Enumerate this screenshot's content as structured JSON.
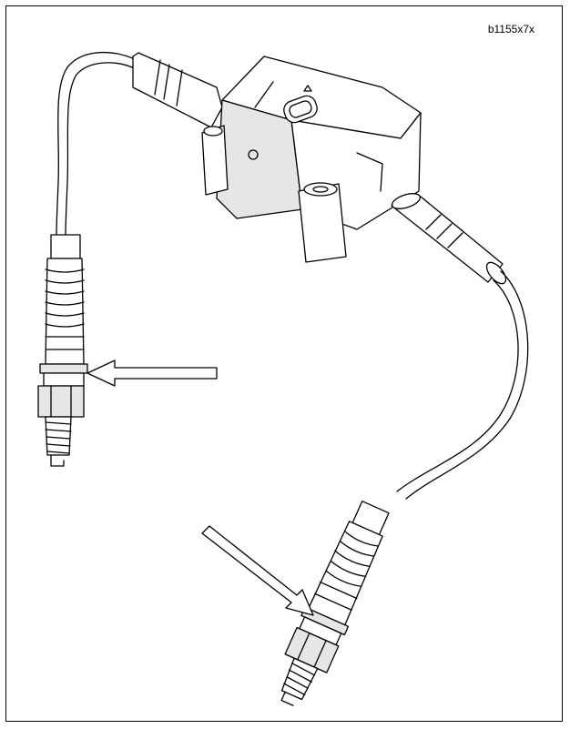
{
  "figure": {
    "id_label": "b1155x7x"
  },
  "colors": {
    "line": "#000000",
    "background": "#ffffff",
    "shade": "#e6e6e6"
  },
  "parts": {
    "coil": "ignition-coil",
    "wires": [
      "spark-plug-wire-left",
      "spark-plug-wire-right"
    ],
    "plugs": [
      "spark-plug-left",
      "spark-plug-right"
    ],
    "arrows": [
      "pointer-arrow-left",
      "pointer-arrow-right"
    ]
  }
}
